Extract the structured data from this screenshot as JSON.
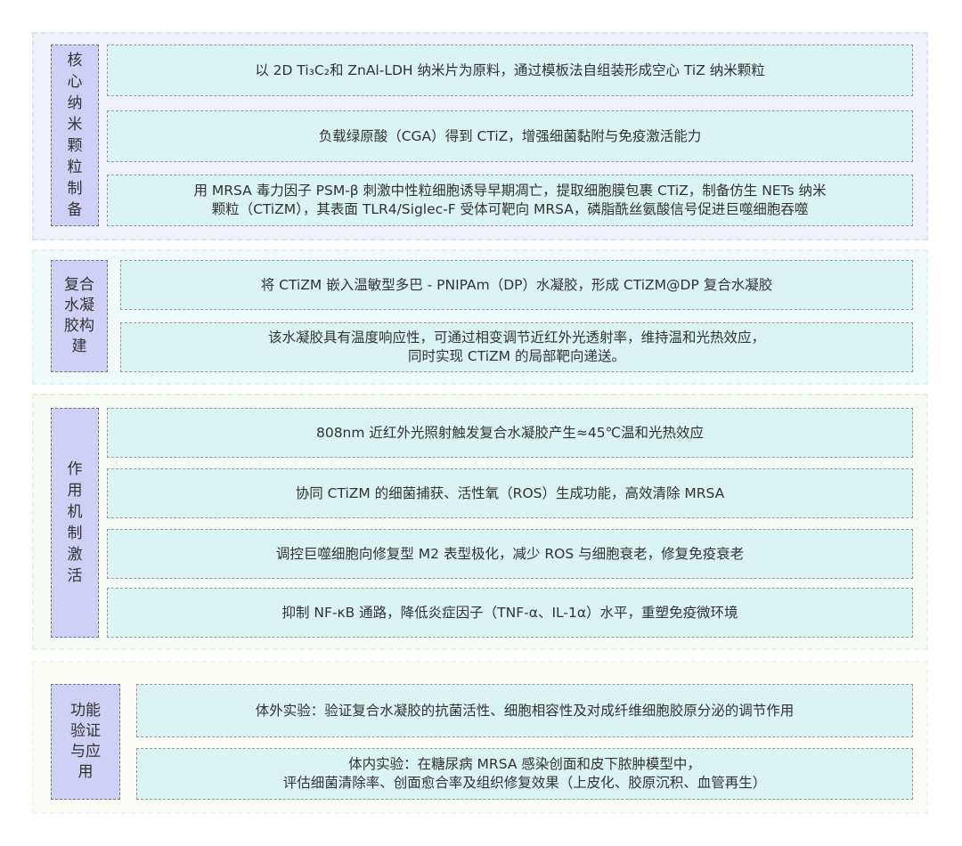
{
  "sections": [
    {
      "label": "核\n心\n纳\n米\n颗\n粒\n制\n备",
      "items": [
        "以 2D Ti₃C₂和 ZnAl-LDH 纳米片为原料，通过模板法自组装形成空心 TiZ 纳米颗粒",
        "负载绿原酸（CGA）得到 CTiZ，增强细菌黏附与免疫激活能力",
        "用 MRSA 毒力因子 PSM-β 刺激中性粒细胞诱导早期凋亡，提取细胞膜包裹 CTiZ，制备仿生 NETs 纳米\n颗粒（CTiZM），其表面 TLR4/Siglec-F 受体可靶向 MRSA，磷脂酰丝氨酸信号促进巨噬细胞吞噬"
      ]
    },
    {
      "label": "复合\n水凝\n胶构\n建",
      "items": [
        "将 CTiZM 嵌入温敏型多巴 - PNIPAm（DP）水凝胶，形成 CTiZM@DP 复合水凝胶",
        "该水凝胶具有温度响应性，可通过相变调节近红外光透射率，维持温和光热效应，\n同时实现 CTiZM 的局部靶向递送。"
      ]
    },
    {
      "label": "作\n用\n机\n制\n激\n活",
      "items": [
        "808nm 近红外光照射触发复合水凝胶产生≈45℃温和光热效应",
        "协同 CTiZM 的细菌捕获、活性氧（ROS）生成功能，高效清除 MRSA",
        "调控巨噬细胞向修复型 M2 表型极化，减少 ROS 与细胞衰老，修复免疫衰老",
        "抑制 NF-κB 通路，降低炎症因子（TNF-α、IL-1α）水平，重塑免疫微环境"
      ]
    },
    {
      "label": "功能\n验证\n与应\n用",
      "items": [
        "体外实验：验证复合水凝胶的抗菌活性、细胞相容性及对成纤维细胞胶原分泌的调节作用",
        "体内实验：在糖尿病 MRSA 感染创面和皮下脓肿模型中，\n评估细菌清除率、创面愈合率及组织修复效果（上皮化、胶原沉积、血管再生）"
      ]
    }
  ]
}
